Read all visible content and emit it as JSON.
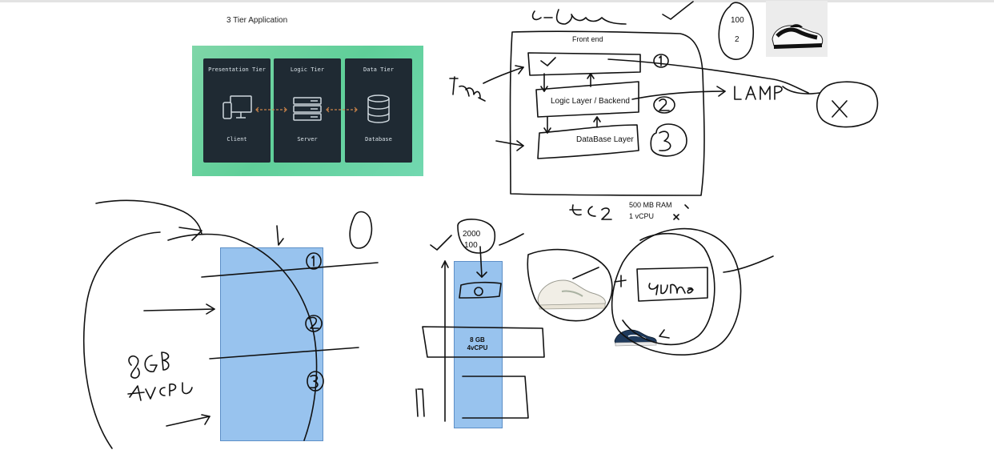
{
  "diagram": {
    "title": "3 Tier Application",
    "tiers": [
      {
        "name": "Presentation Tier",
        "footer": "Client",
        "icon": "monitor-phone-icon"
      },
      {
        "name": "Logic Tier",
        "footer": "Server",
        "icon": "server-icon"
      },
      {
        "name": "Data Tier",
        "footer": "Database",
        "icon": "database-icon"
      }
    ]
  },
  "architecture": {
    "frontend": "Front end",
    "logic": "Logic Layer / Backend",
    "database": "DataBase Layer",
    "ec2_ram": "500 MB RAM",
    "ec2_cpu": "1 vCPU"
  },
  "notes": {
    "circle_top_a": "100",
    "circle_top_b": "2",
    "circle_mid_a": "2000",
    "circle_mid_b": "100",
    "middle_spec_a": "8 GB",
    "middle_spec_b": "4vCPU"
  },
  "colors": {
    "accent_green": "#5fcf99",
    "tier_box": "#1f2a33",
    "server_block": "#98c3ee",
    "connector": "#c9834a"
  }
}
